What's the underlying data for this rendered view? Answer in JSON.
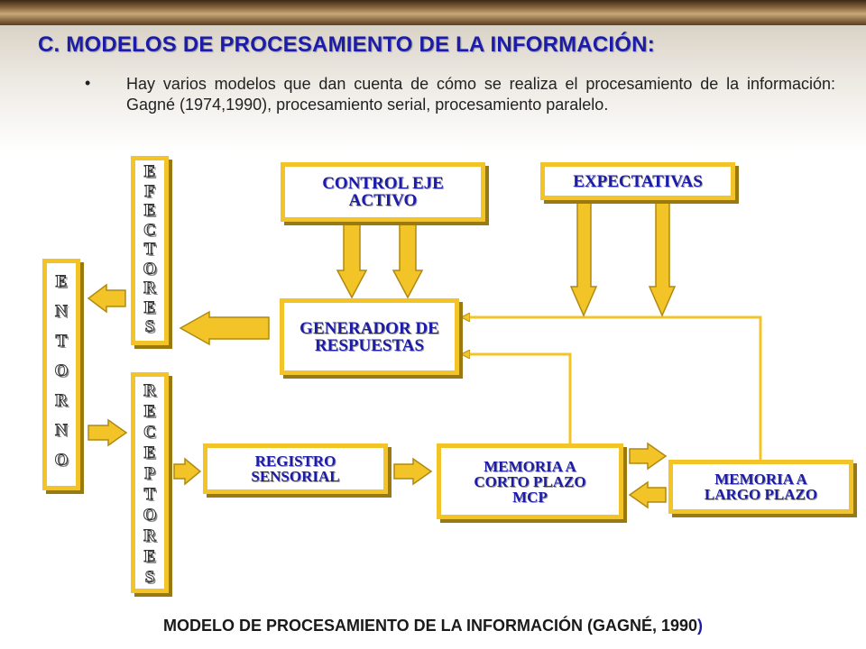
{
  "slide": {
    "title": "C. MODELOS DE PROCESAMIENTO DE LA INFORMACIÓN:",
    "bullet_symbol": "•",
    "bullet_text": "Hay varios modelos que dan cuenta de cómo se realiza el procesamiento de la información: Gagné (1974,1990), procesamiento serial, procesamiento paralelo.",
    "caption_main": "MODELO DE PROCESAMIENTO DE LA INFORMACIÓN (GAGNÉ, 1990",
    "caption_paren": ")"
  },
  "diagram": {
    "entorno": [
      "E",
      "N",
      "T",
      "O",
      "R",
      "N",
      "O"
    ],
    "efectores": [
      "E",
      "F",
      "E",
      "C",
      "T",
      "O",
      "R",
      "E",
      "S"
    ],
    "receptores": [
      "R",
      "E",
      "C",
      "E",
      "P",
      "T",
      "O",
      "R",
      "E",
      "S"
    ],
    "control": "CONTROL EJE ACTIVO",
    "expectativas": "EXPECTATIVAS",
    "generador": "GENERADOR DE RESPUESTAS",
    "registro": "REGISTRO SENSORIAL",
    "mcp": "MEMORIA A CORTO PLAZO MCP",
    "mlp": "MEMORIA A LARGO PLAZO"
  },
  "colors": {
    "title_blue": "#1c1ca8",
    "box_border": "#f3c428",
    "arrow_fill": "#f3c428",
    "arrow_outline": "#b08a10"
  }
}
